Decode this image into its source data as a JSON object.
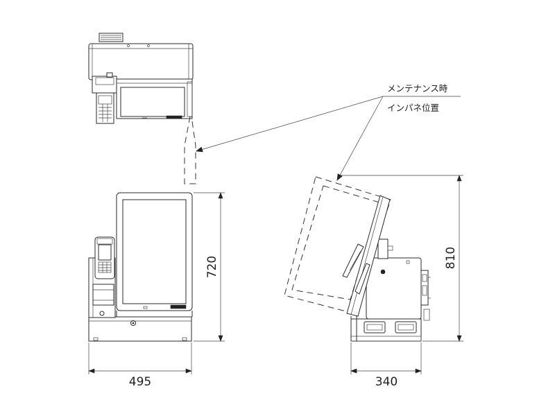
{
  "labels": {
    "maintenance_line1": "メンテナンス時",
    "maintenance_line2": "インパネ位置"
  },
  "dimensions": {
    "front_width": "495",
    "front_height": "720",
    "side_depth": "340",
    "side_height": "810"
  },
  "colors": {
    "line": "#2a2a2a",
    "background": "#ffffff"
  }
}
